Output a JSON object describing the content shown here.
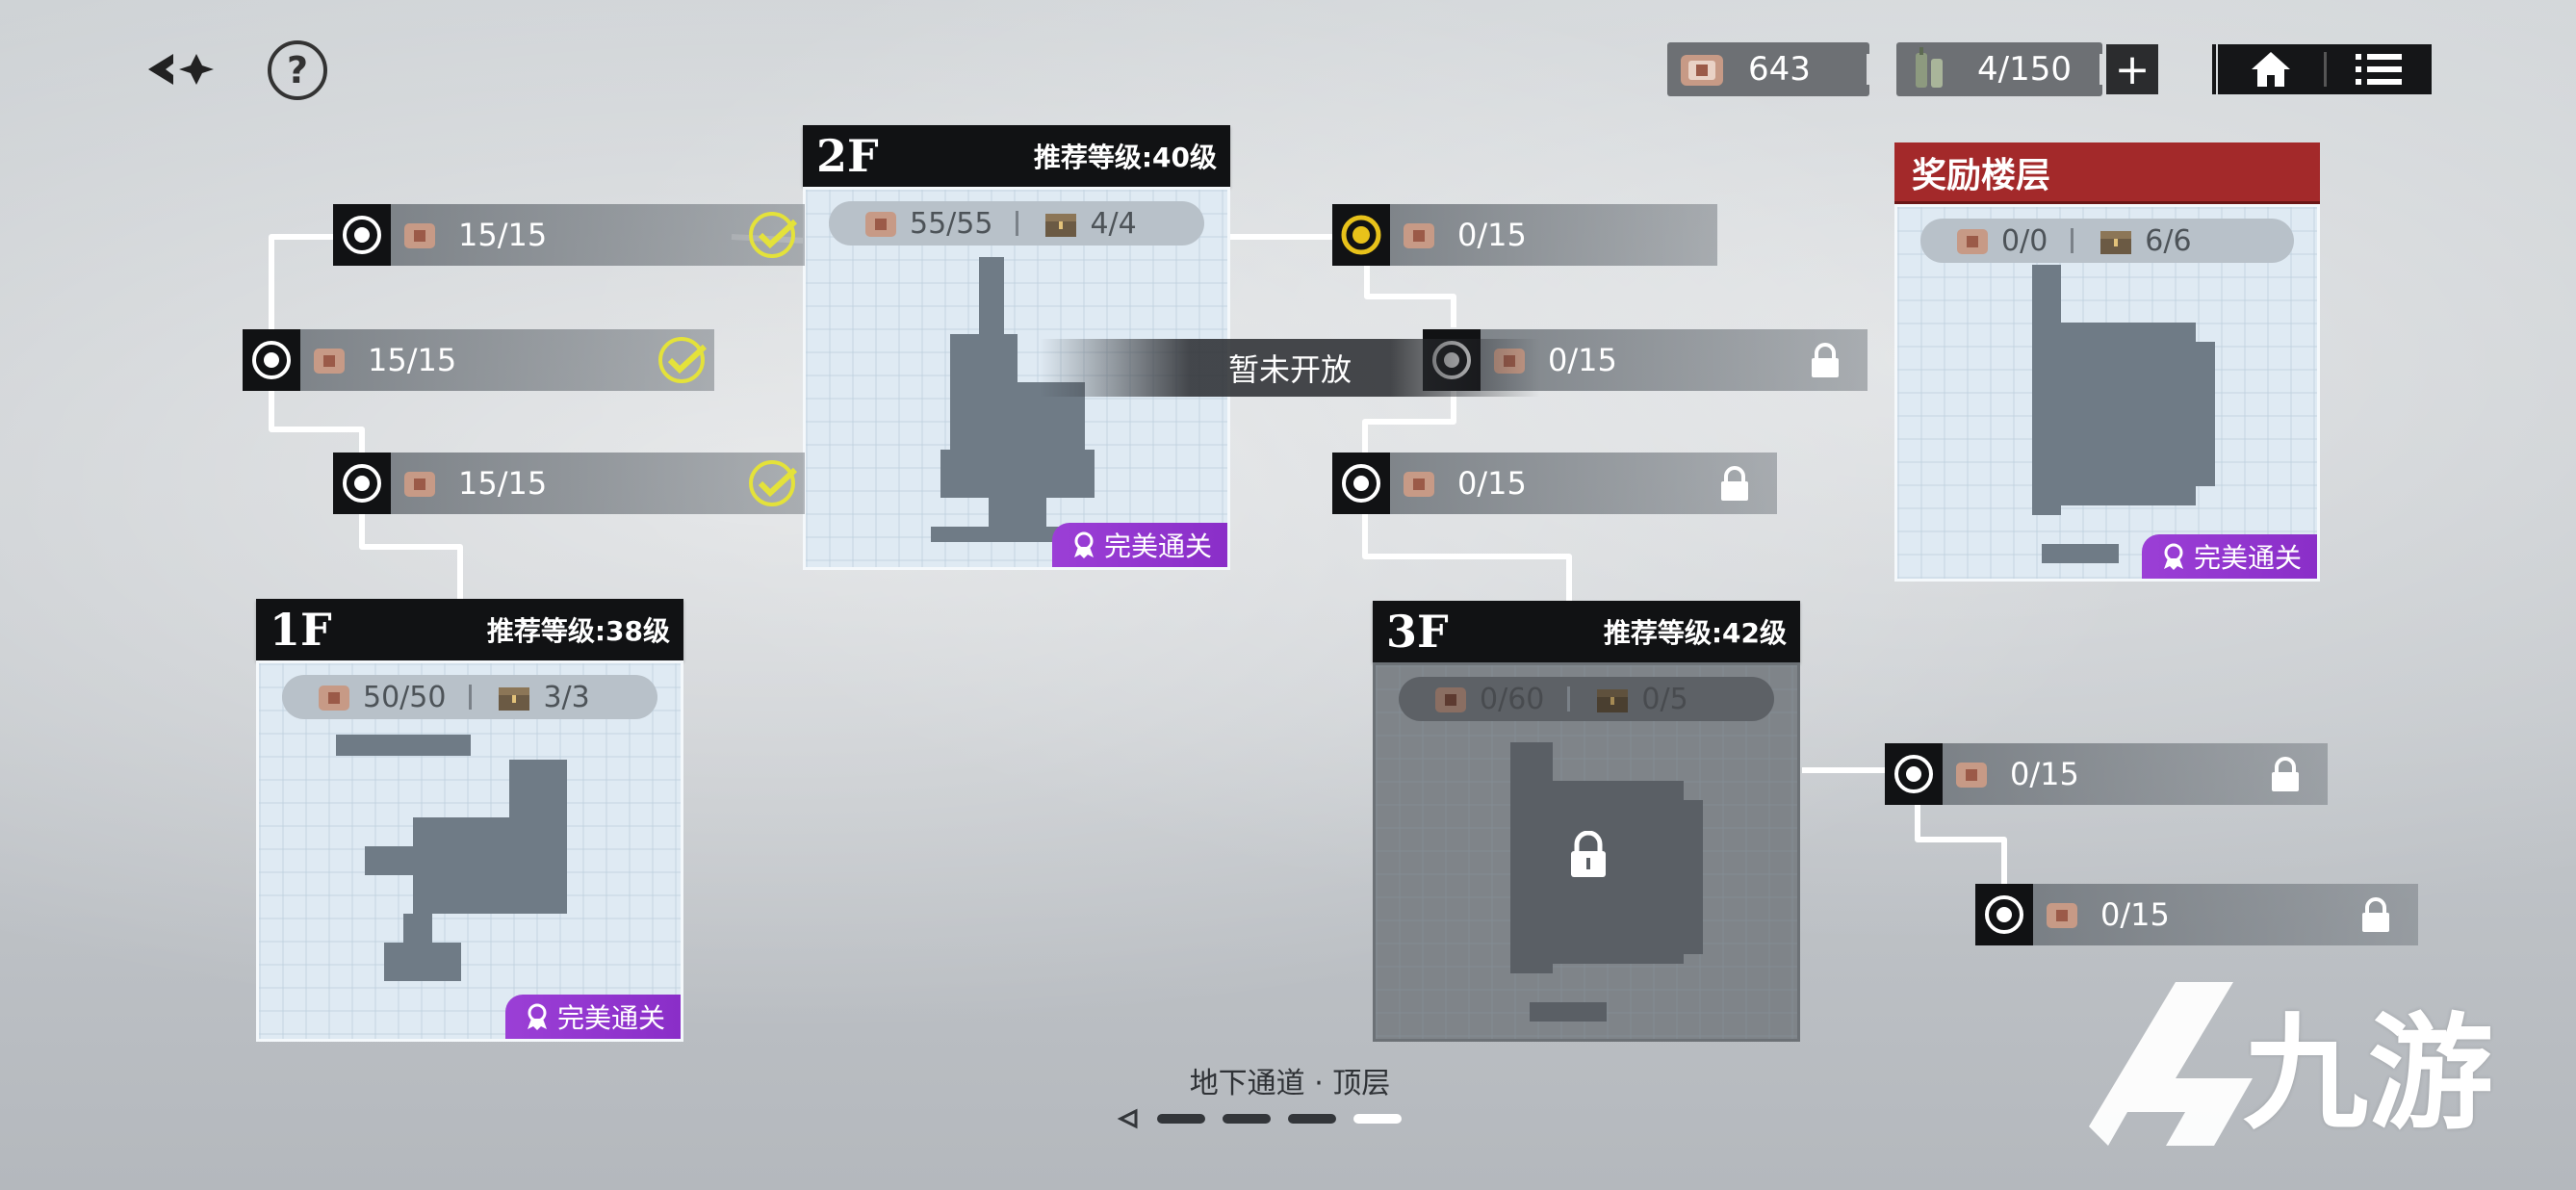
{
  "topbar": {
    "resource1": {
      "value": "643",
      "icon": "pouch-icon"
    },
    "resource2": {
      "value": "4/150",
      "icon": "stamina-icon"
    },
    "plus_label": "+",
    "help_label": "?"
  },
  "floors": [
    {
      "id": "1F",
      "name": "1F",
      "recommended": "推荐等级:38级",
      "stat1": "50/50",
      "stat2": "3/3",
      "perfect": "完美通关",
      "locked": false
    },
    {
      "id": "2F",
      "name": "2F",
      "recommended": "推荐等级:40级",
      "stat1": "55/55",
      "stat2": "4/4",
      "perfect": "完美通关",
      "locked": false
    },
    {
      "id": "3F",
      "name": "3F",
      "recommended": "推荐等级:42级",
      "stat1": "0/60",
      "stat2": "0/5",
      "locked": true
    }
  ],
  "bonus_floor": {
    "title": "奖励楼层",
    "stat1": "0/0",
    "stat2": "6/6",
    "perfect": "完美通关"
  },
  "stages": {
    "s1": {
      "count": "15/15",
      "status": "cleared"
    },
    "s2": {
      "count": "15/15",
      "status": "cleared"
    },
    "s3": {
      "count": "15/15",
      "status": "cleared"
    },
    "s4": {
      "count": "0/15",
      "status": "current"
    },
    "s5": {
      "count": "0/15",
      "status": "locked"
    },
    "s6": {
      "count": "0/15",
      "status": "locked"
    },
    "s7": {
      "count": "0/15",
      "status": "locked"
    },
    "s8": {
      "count": "0/15",
      "status": "locked"
    }
  },
  "tooltip": "暂未开放",
  "area_title": "地下通道 · 顶层",
  "pager": {
    "total": 4,
    "active": 4
  },
  "watermark": {
    "brand": "九游"
  },
  "colors": {
    "perfect": "#9b3fd6",
    "bonus_header": "#a3292a",
    "current_ring": "#e8c21a",
    "check": "#e4e23a"
  }
}
